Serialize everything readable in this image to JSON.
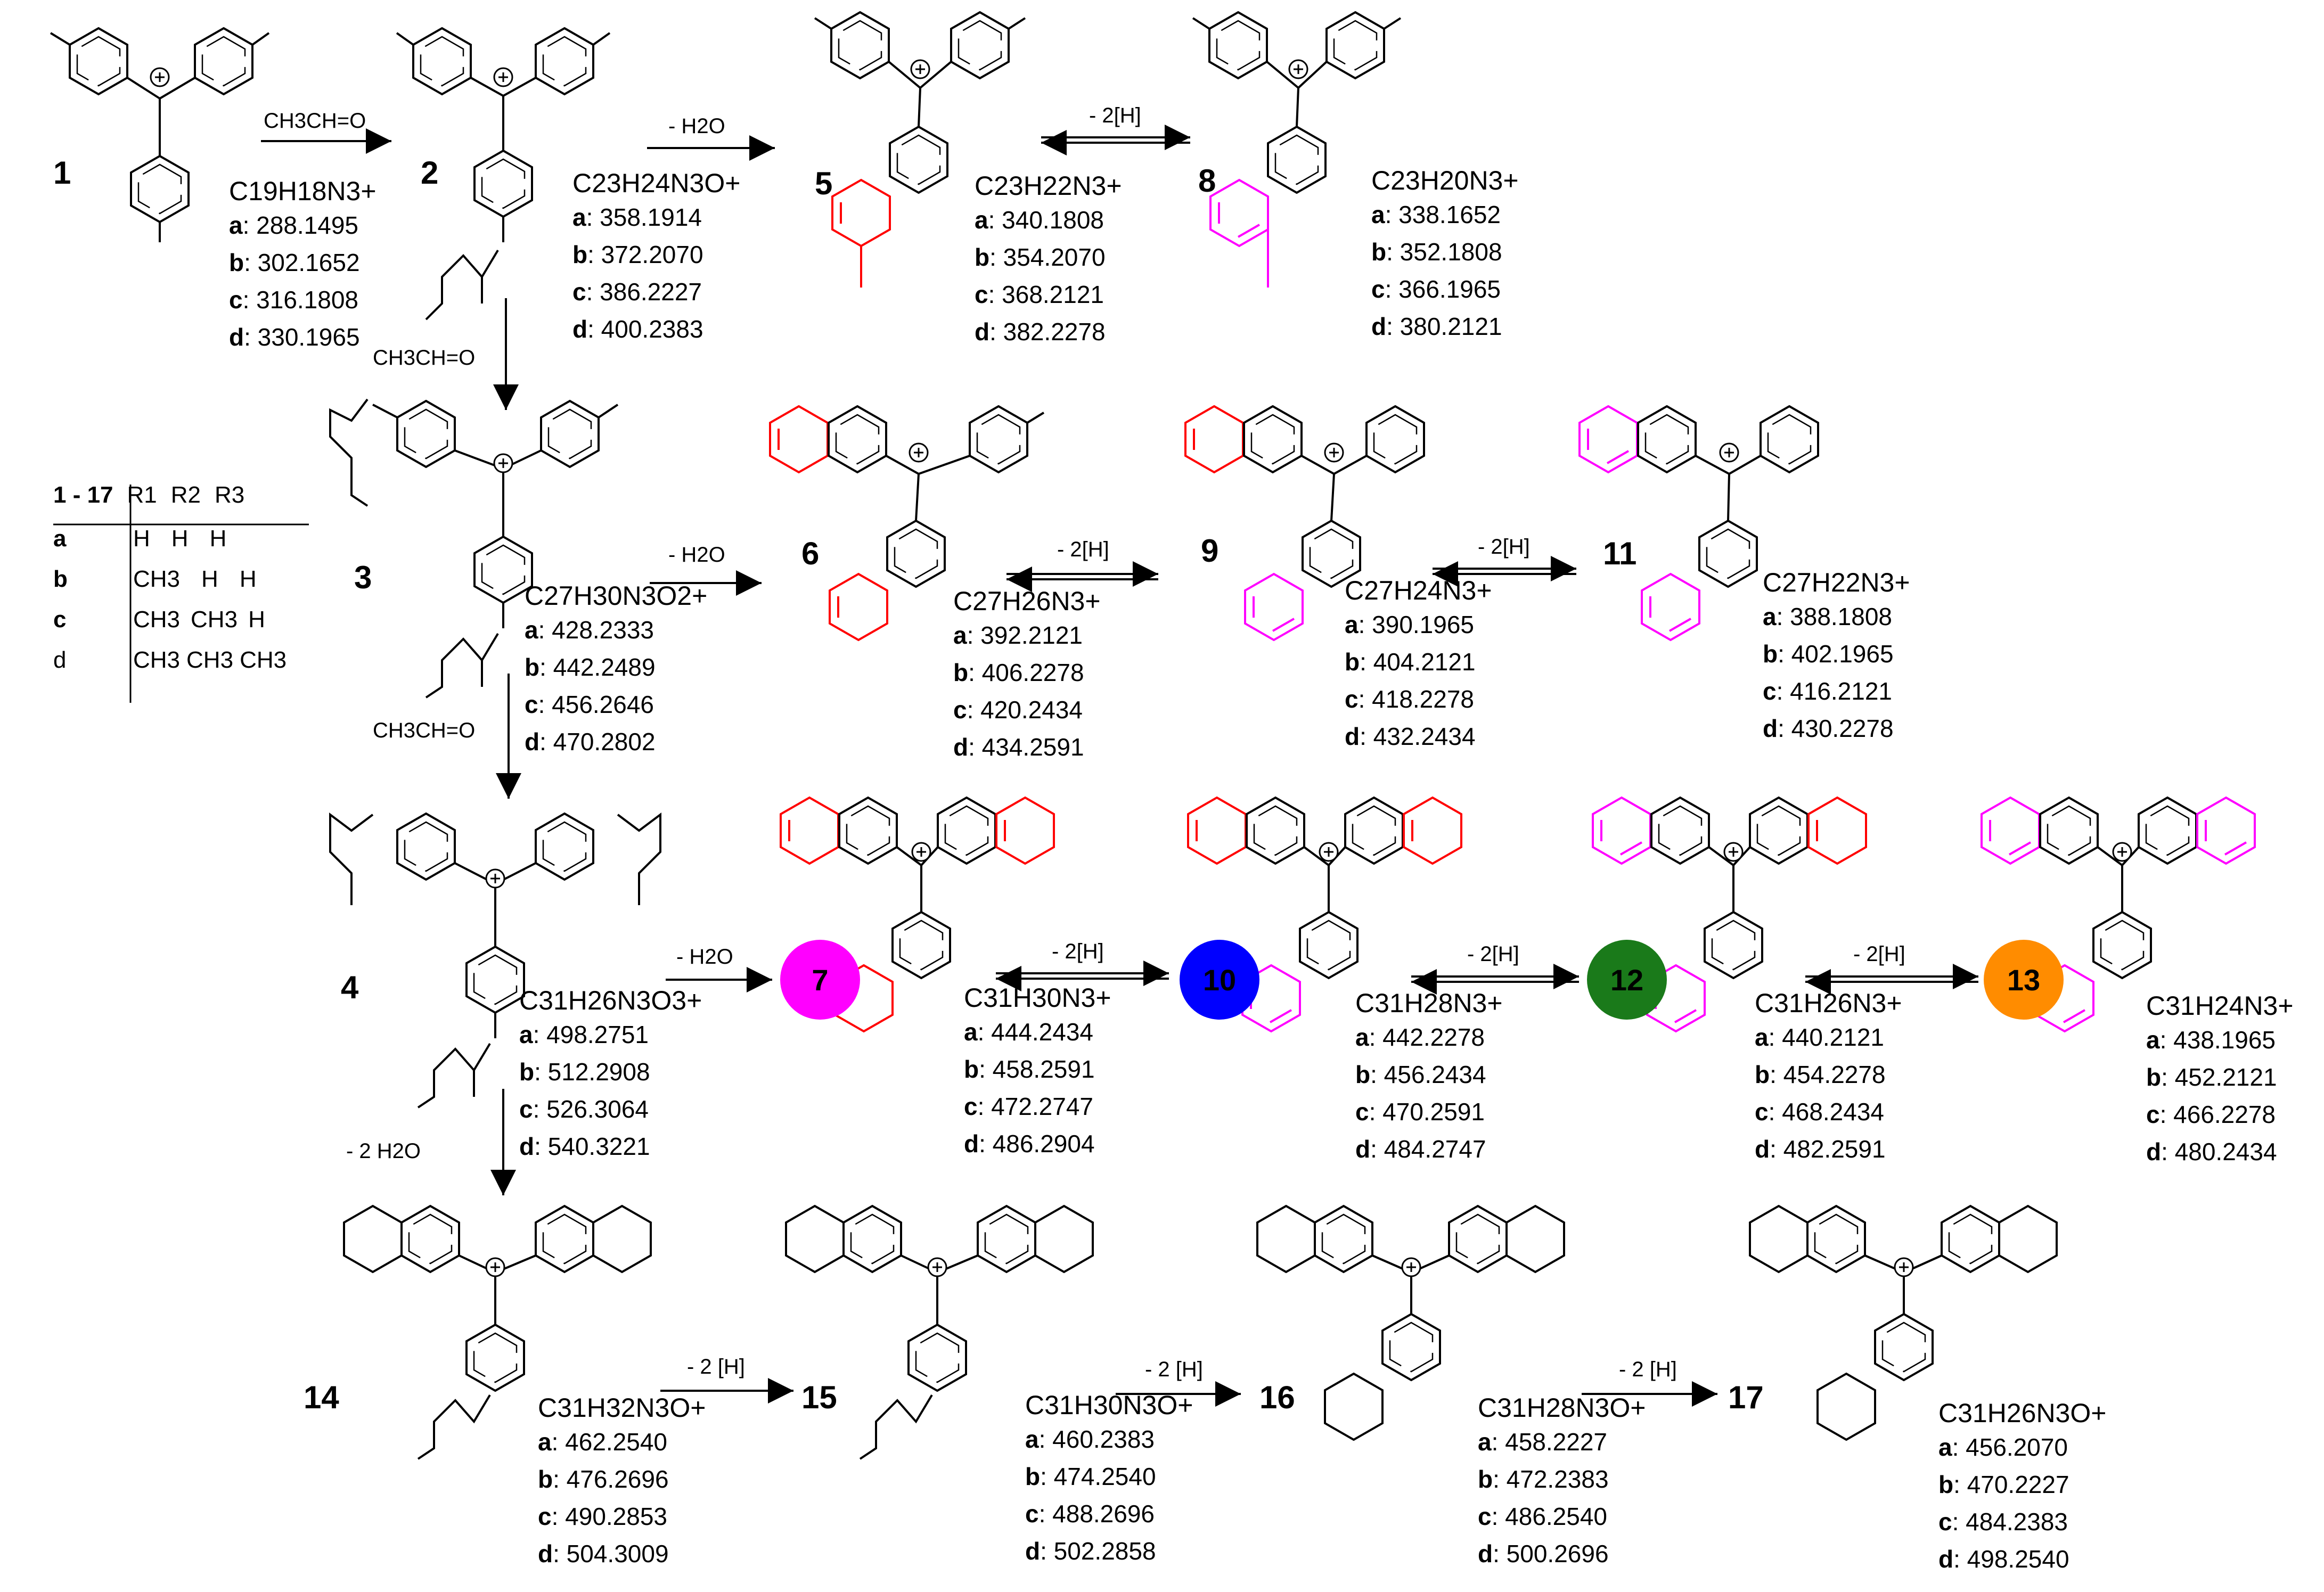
{
  "colors": {
    "dihydro": "#ff0000",
    "quinoline": "#ff00ff",
    "badge7": "#ff00ff",
    "badge10": "#0000ff",
    "badge12": "#1a7a1a",
    "badge13": "#ff8c00"
  },
  "compounds": [
    {
      "id": "1",
      "formula": "C19H18N3+",
      "masses": [
        "288.1495",
        "302.1652",
        "316.1808",
        "330.1965"
      ]
    },
    {
      "id": "2",
      "formula": "C23H24N3O+",
      "masses": [
        "358.1914",
        "372.2070",
        "386.2227",
        "400.2383"
      ]
    },
    {
      "id": "5",
      "formula": "C23H22N3+",
      "masses": [
        "340.1808",
        "354.2070",
        "368.2121",
        "382.2278"
      ]
    },
    {
      "id": "8",
      "formula": "C23H20N3+",
      "masses": [
        "338.1652",
        "352.1808",
        "366.1965",
        "380.2121"
      ]
    },
    {
      "id": "3",
      "formula": "C27H30N3O2+",
      "masses": [
        "428.2333",
        "442.2489",
        "456.2646",
        "470.2802"
      ]
    },
    {
      "id": "6",
      "formula": "C27H26N3+",
      "masses": [
        "392.2121",
        "406.2278",
        "420.2434",
        "434.2591"
      ]
    },
    {
      "id": "9",
      "formula": "C27H24N3+",
      "masses": [
        "390.1965",
        "404.2121",
        "418.2278",
        "432.2434"
      ]
    },
    {
      "id": "11",
      "formula": "C27H22N3+",
      "masses": [
        "388.1808",
        "402.1965",
        "416.2121",
        "430.2278"
      ]
    },
    {
      "id": "4",
      "formula": "C31H26N3O3+",
      "masses": [
        "498.2751",
        "512.2908",
        "526.3064",
        "540.3221"
      ]
    },
    {
      "id": "7",
      "formula": "C31H30N3+",
      "masses": [
        "444.2434",
        "458.2591",
        "472.2747",
        "486.2904"
      ]
    },
    {
      "id": "10",
      "formula": "C31H28N3+",
      "masses": [
        "442.2278",
        "456.2434",
        "470.2591",
        "484.2747"
      ]
    },
    {
      "id": "12",
      "formula": "C31H26N3+",
      "masses": [
        "440.2121",
        "454.2278",
        "468.2434",
        "482.2591"
      ]
    },
    {
      "id": "13",
      "formula": "C31H24N3+",
      "masses": [
        "438.1965",
        "452.2121",
        "466.2278",
        "480.2434"
      ]
    },
    {
      "id": "14",
      "formula": "C31H32N3O+",
      "masses": [
        "462.2540",
        "476.2696",
        "490.2853",
        "504.3009"
      ]
    },
    {
      "id": "15",
      "formula": "C31H30N3O+",
      "masses": [
        "460.2383",
        "474.2540",
        "488.2696",
        "502.2858"
      ]
    },
    {
      "id": "16",
      "formula": "C31H28N3O+",
      "masses": [
        "458.2227",
        "472.2383",
        "486.2540",
        "500.2696"
      ]
    },
    {
      "id": "17",
      "formula": "C31H26N3O+",
      "masses": [
        "456.2070",
        "470.2227",
        "484.2383",
        "498.2540"
      ]
    }
  ],
  "variant_letters": [
    "a",
    "b",
    "c",
    "d"
  ],
  "reagents": {
    "acetaldehyde": "CH3CH=O",
    "minus_water": "- H2O",
    "minus_2h": "- 2[H]",
    "minus_2h_spaced": "- 2 [H]",
    "minus_2water": "- 2 H2O"
  },
  "table": {
    "header": [
      "1 - 17",
      "R1",
      "R2",
      "R3"
    ],
    "rows": [
      [
        "a",
        "H",
        "H",
        "H"
      ],
      [
        "b",
        "CH3",
        "H",
        "H"
      ],
      [
        "c",
        "CH3",
        "CH3",
        "H"
      ],
      [
        "d",
        "CH3",
        "CH3",
        "CH3"
      ]
    ]
  }
}
